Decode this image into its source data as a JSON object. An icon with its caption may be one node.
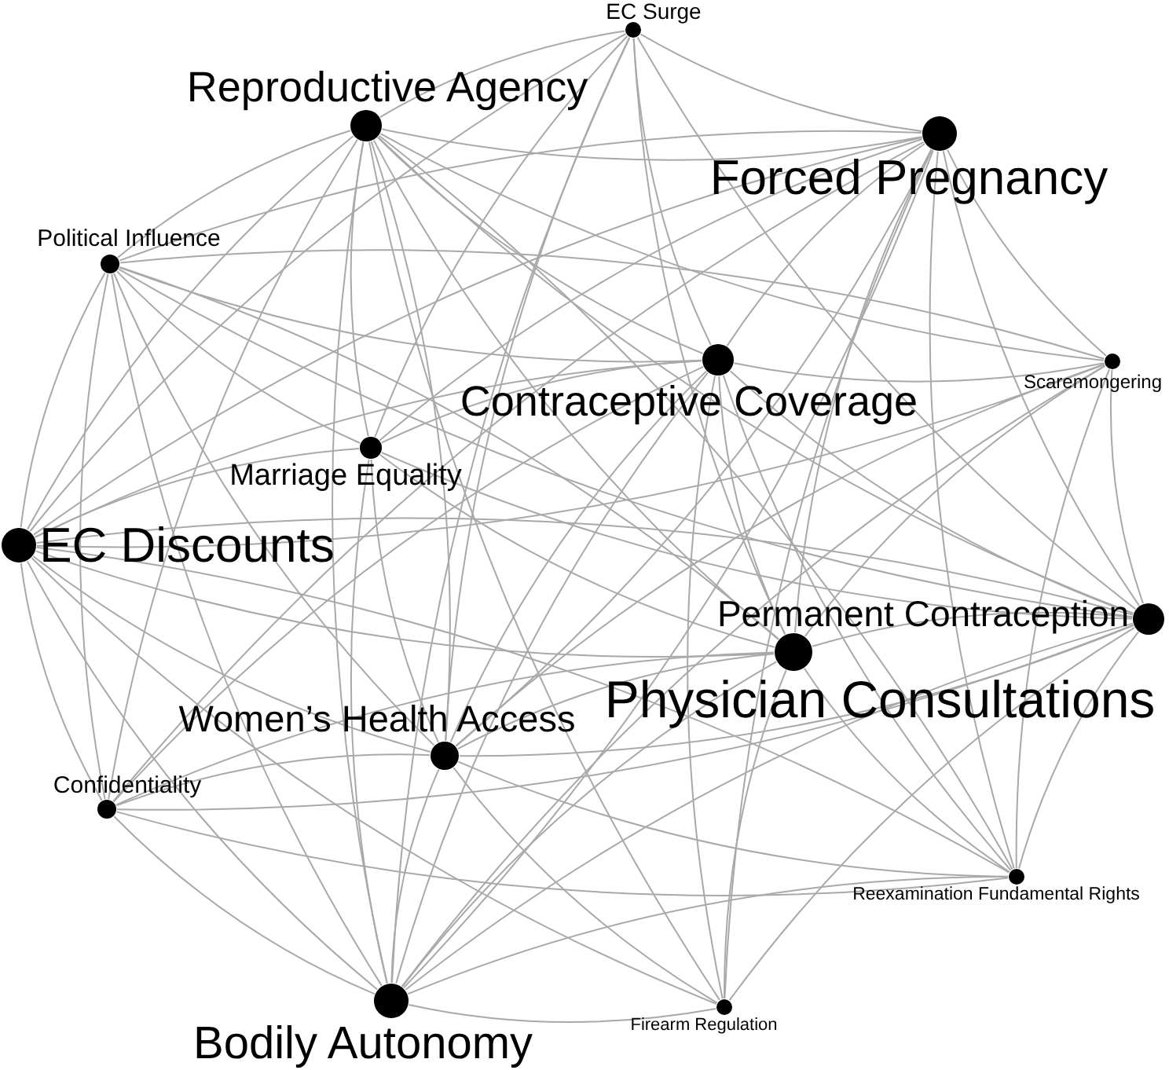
{
  "diagram": {
    "nodes": [
      {
        "text": [
          "EC Surge"
        ]
      },
      {
        "text": [
          "Reproductive Agency"
        ]
      },
      {
        "text": [
          "Forced Pregnancy"
        ]
      },
      {
        "text": [
          "Political Influence"
        ]
      },
      {
        "text": [
          "Contraceptive Coverage"
        ]
      },
      {
        "text": [
          "Scaremongering"
        ]
      },
      {
        "text": [
          "Marriage Equality"
        ]
      },
      {
        "text": [
          "EC Discounts"
        ]
      },
      {
        "text": [
          "Permanent Contraception"
        ]
      },
      {
        "text": [
          "Physician Consultations"
        ]
      },
      {
        "text": [
          "Women’s Health Access"
        ]
      },
      {
        "text": [
          "Confidentiality"
        ]
      },
      {
        "text": [
          "Reexamination Fundamental Rights"
        ]
      },
      {
        "text": [
          "Bodily Autonomy"
        ]
      },
      {
        "text": [
          "Firearm Regulation"
        ]
      }
    ],
    "edges": [
      {
        "from": 0,
        "to": 1,
        "arrow": "none"
      },
      {
        "from": 0,
        "to": 2,
        "arrow": "none"
      },
      {
        "from": 0,
        "to": 4,
        "arrow": "none"
      },
      {
        "from": 0,
        "to": 6,
        "arrow": "none"
      },
      {
        "from": 0,
        "to": 7,
        "arrow": "none"
      },
      {
        "from": 0,
        "to": 8,
        "arrow": "none"
      },
      {
        "from": 0,
        "to": 9,
        "arrow": "none"
      },
      {
        "from": 0,
        "to": 10,
        "arrow": "none"
      },
      {
        "from": 0,
        "to": 13,
        "arrow": "none"
      },
      {
        "from": 1,
        "to": 2,
        "arrow": "none"
      },
      {
        "from": 1,
        "to": 3,
        "arrow": "none"
      },
      {
        "from": 1,
        "to": 4,
        "arrow": "none"
      },
      {
        "from": 1,
        "to": 5,
        "arrow": "none"
      },
      {
        "from": 1,
        "to": 6,
        "arrow": "none"
      },
      {
        "from": 1,
        "to": 7,
        "arrow": "none"
      },
      {
        "from": 1,
        "to": 8,
        "arrow": "none"
      },
      {
        "from": 1,
        "to": 9,
        "arrow": "none"
      },
      {
        "from": 1,
        "to": 10,
        "arrow": "none"
      },
      {
        "from": 1,
        "to": 11,
        "arrow": "none"
      },
      {
        "from": 1,
        "to": 12,
        "arrow": "none"
      },
      {
        "from": 1,
        "to": 13,
        "arrow": "none"
      },
      {
        "from": 1,
        "to": 14,
        "arrow": "none"
      },
      {
        "from": 2,
        "to": 3,
        "arrow": "none"
      },
      {
        "from": 2,
        "to": 4,
        "arrow": "none"
      },
      {
        "from": 2,
        "to": 5,
        "arrow": "none"
      },
      {
        "from": 2,
        "to": 6,
        "arrow": "none"
      },
      {
        "from": 2,
        "to": 7,
        "arrow": "none"
      },
      {
        "from": 2,
        "to": 8,
        "arrow": "none"
      },
      {
        "from": 2,
        "to": 9,
        "arrow": "none"
      },
      {
        "from": 2,
        "to": 10,
        "arrow": "none"
      },
      {
        "from": 2,
        "to": 11,
        "arrow": "none"
      },
      {
        "from": 2,
        "to": 12,
        "arrow": "none"
      },
      {
        "from": 2,
        "to": 13,
        "arrow": "none"
      },
      {
        "from": 2,
        "to": 14,
        "arrow": "none"
      },
      {
        "from": 3,
        "to": 4,
        "arrow": "none"
      },
      {
        "from": 3,
        "to": 5,
        "arrow": "none"
      },
      {
        "from": 3,
        "to": 6,
        "arrow": "none"
      },
      {
        "from": 3,
        "to": 7,
        "arrow": "none"
      },
      {
        "from": 3,
        "to": 8,
        "arrow": "none"
      },
      {
        "from": 3,
        "to": 9,
        "arrow": "none"
      },
      {
        "from": 3,
        "to": 10,
        "arrow": "none"
      },
      {
        "from": 3,
        "to": 11,
        "arrow": "none"
      },
      {
        "from": 3,
        "to": 13,
        "arrow": "none"
      },
      {
        "from": 4,
        "to": 5,
        "arrow": "none"
      },
      {
        "from": 4,
        "to": 6,
        "arrow": "none"
      },
      {
        "from": 4,
        "to": 7,
        "arrow": "none"
      },
      {
        "from": 4,
        "to": 8,
        "arrow": "none"
      },
      {
        "from": 4,
        "to": 9,
        "arrow": "none"
      },
      {
        "from": 4,
        "to": 10,
        "arrow": "none"
      },
      {
        "from": 4,
        "to": 11,
        "arrow": "none"
      },
      {
        "from": 4,
        "to": 12,
        "arrow": "none"
      },
      {
        "from": 4,
        "to": 13,
        "arrow": "none"
      },
      {
        "from": 4,
        "to": 14,
        "arrow": "none"
      },
      {
        "from": 5,
        "to": 7,
        "arrow": "none"
      },
      {
        "from": 5,
        "to": 8,
        "arrow": "none"
      },
      {
        "from": 5,
        "to": 9,
        "arrow": "none"
      },
      {
        "from": 5,
        "to": 10,
        "arrow": "none"
      },
      {
        "from": 5,
        "to": 12,
        "arrow": "none"
      },
      {
        "from": 5,
        "to": 13,
        "arrow": "none"
      },
      {
        "from": 6,
        "to": 7,
        "arrow": "none"
      },
      {
        "from": 6,
        "to": 8,
        "arrow": "none"
      },
      {
        "from": 6,
        "to": 9,
        "arrow": "none"
      },
      {
        "from": 6,
        "to": 10,
        "arrow": "none"
      },
      {
        "from": 6,
        "to": 13,
        "arrow": "none"
      },
      {
        "from": 7,
        "to": 8,
        "arrow": "none"
      },
      {
        "from": 7,
        "to": 9,
        "arrow": "none"
      },
      {
        "from": 7,
        "to": 10,
        "arrow": "none"
      },
      {
        "from": 7,
        "to": 11,
        "arrow": "none"
      },
      {
        "from": 7,
        "to": 12,
        "arrow": "none"
      },
      {
        "from": 7,
        "to": 13,
        "arrow": "none"
      },
      {
        "from": 7,
        "to": 14,
        "arrow": "none"
      },
      {
        "from": 8,
        "to": 9,
        "arrow": "none"
      },
      {
        "from": 8,
        "to": 10,
        "arrow": "none"
      },
      {
        "from": 8,
        "to": 11,
        "arrow": "none"
      },
      {
        "from": 8,
        "to": 12,
        "arrow": "none"
      },
      {
        "from": 8,
        "to": 13,
        "arrow": "none"
      },
      {
        "from": 8,
        "to": 14,
        "arrow": "none"
      },
      {
        "from": 9,
        "to": 10,
        "arrow": "none"
      },
      {
        "from": 9,
        "to": 11,
        "arrow": "none"
      },
      {
        "from": 9,
        "to": 12,
        "arrow": "none"
      },
      {
        "from": 9,
        "to": 13,
        "arrow": "none"
      },
      {
        "from": 9,
        "to": 14,
        "arrow": "none"
      },
      {
        "from": 10,
        "to": 11,
        "arrow": "none"
      },
      {
        "from": 10,
        "to": 12,
        "arrow": "none"
      },
      {
        "from": 10,
        "to": 13,
        "arrow": "none"
      },
      {
        "from": 10,
        "to": 14,
        "arrow": "none"
      },
      {
        "from": 11,
        "to": 12,
        "arrow": "none"
      },
      {
        "from": 11,
        "to": 13,
        "arrow": "none"
      },
      {
        "from": 12,
        "to": 13,
        "arrow": "none"
      },
      {
        "from": 13,
        "to": 14,
        "arrow": "none"
      }
    ]
  }
}
